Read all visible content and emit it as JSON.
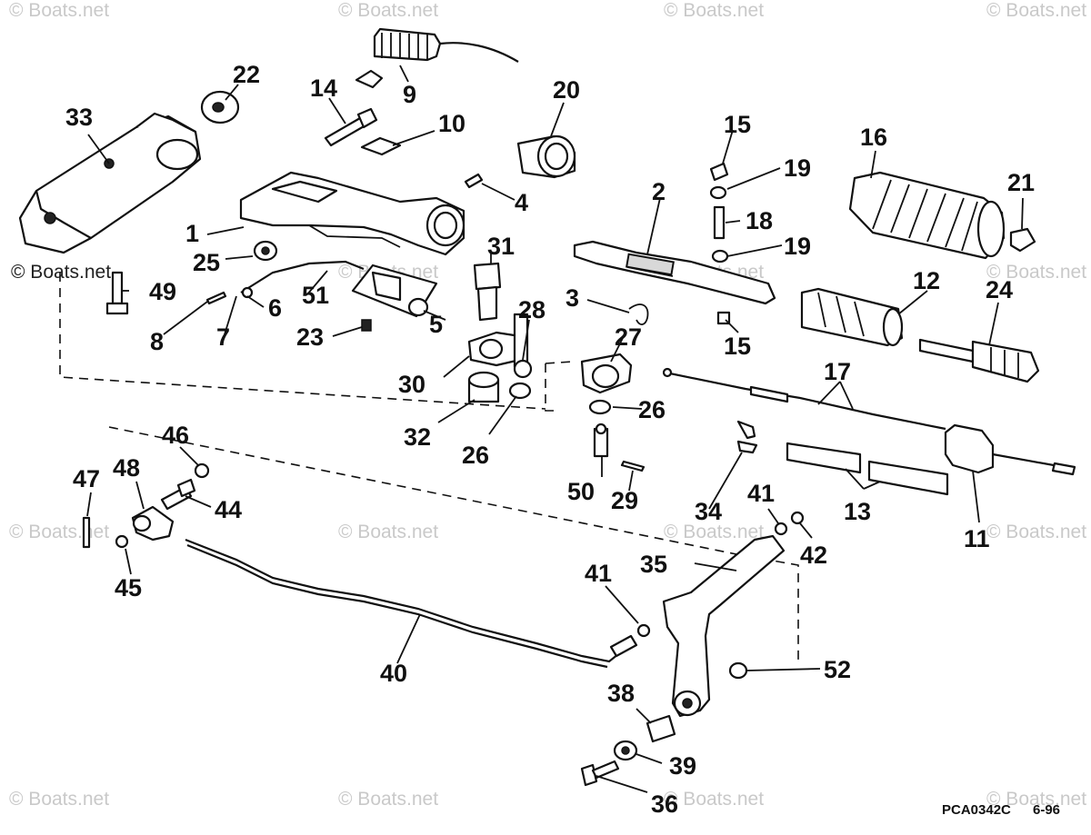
{
  "watermark": "© Boats.net",
  "diagram_code": "PCA0342C",
  "diagram_date": "6-96",
  "callouts": {
    "c1": "1",
    "c2": "2",
    "c3": "3",
    "c4": "4",
    "c5": "5",
    "c6": "6",
    "c7": "7",
    "c8": "8",
    "c9": "9",
    "c10": "10",
    "c11": "11",
    "c12": "12",
    "c13": "13",
    "c14": "14",
    "c15a": "15",
    "c15b": "15",
    "c16": "16",
    "c17": "17",
    "c18": "18",
    "c19a": "19",
    "c19b": "19",
    "c20": "20",
    "c21": "21",
    "c22": "22",
    "c23": "23",
    "c24": "24",
    "c25": "25",
    "c26a": "26",
    "c26b": "26",
    "c27": "27",
    "c28": "28",
    "c29": "29",
    "c30": "30",
    "c31": "31",
    "c32": "32",
    "c33": "33",
    "c34": "34",
    "c35": "35",
    "c36": "36",
    "c38": "38",
    "c39": "39",
    "c40": "40",
    "c41a": "41",
    "c41b": "41",
    "c42": "42",
    "c44": "44",
    "c45": "45",
    "c46": "46",
    "c47": "47",
    "c48": "48",
    "c49": "49",
    "c50": "50",
    "c51": "51",
    "c52": "52"
  }
}
